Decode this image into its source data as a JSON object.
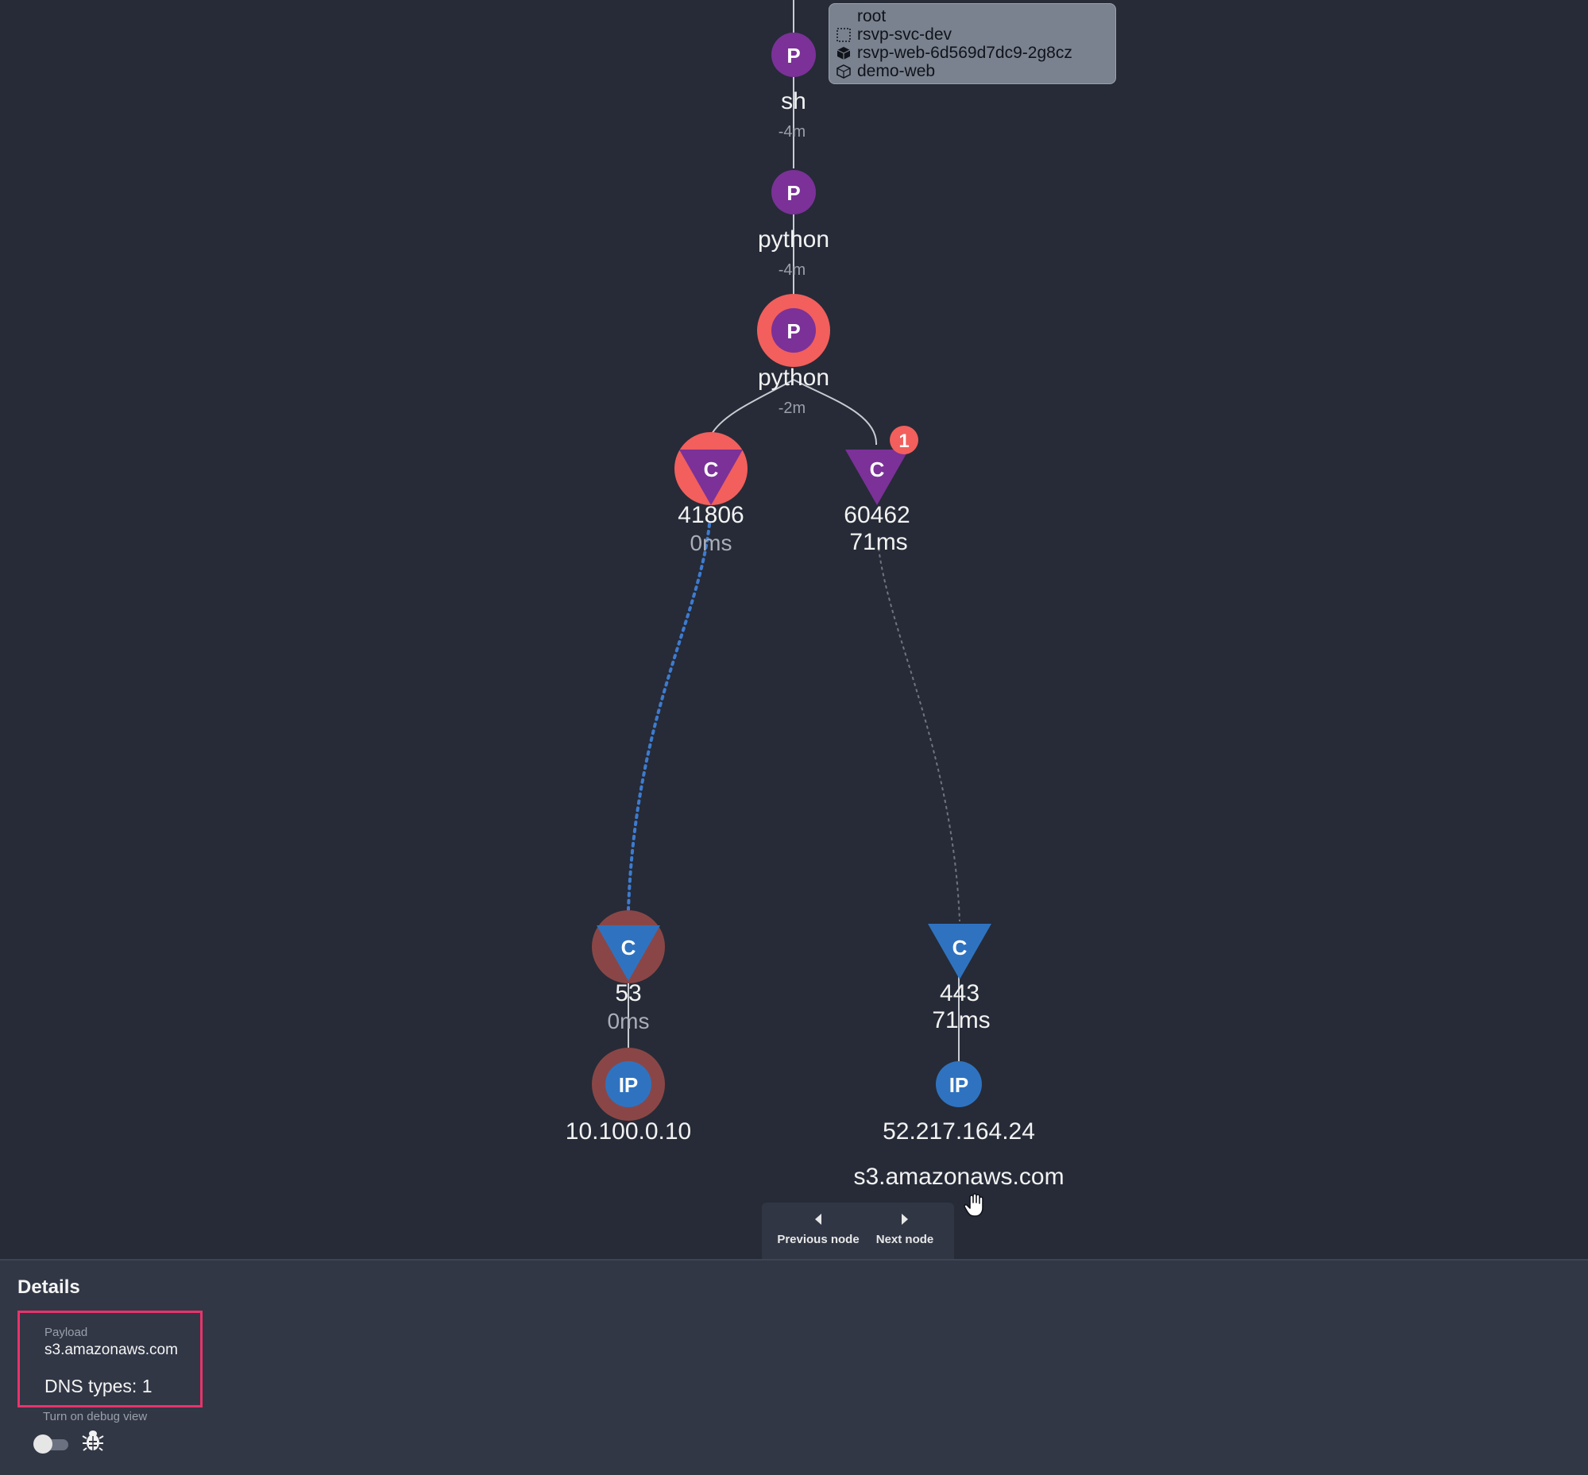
{
  "context_tooltip": {
    "rows": [
      {
        "icon": "user-icon",
        "text": "root"
      },
      {
        "icon": "namespace-icon",
        "text": "rsvp-svc-dev"
      },
      {
        "icon": "pod-icon",
        "text": "rsvp-web-6d569d7dc9-2g8cz"
      },
      {
        "icon": "container-icon",
        "text": "demo-web"
      }
    ]
  },
  "nodes": {
    "sh": {
      "badge": "P",
      "label": "sh",
      "time": "-4m"
    },
    "python1": {
      "badge": "P",
      "label": "python",
      "time": "-4m"
    },
    "python2": {
      "badge": "P",
      "label": "python",
      "time": "-2m"
    },
    "conn_41806": {
      "badge": "C",
      "port": "41806",
      "latency": "0ms"
    },
    "conn_60462": {
      "badge": "C",
      "port": "60462",
      "latency": "71ms",
      "alert_count": "1"
    },
    "conn_53": {
      "badge": "C",
      "port": "53",
      "latency": "0ms"
    },
    "conn_443": {
      "badge": "C",
      "port": "443",
      "latency": "71ms"
    },
    "ip_1": {
      "badge": "IP",
      "address": "10.100.0.10"
    },
    "ip_2": {
      "badge": "IP",
      "address": "52.217.164.24",
      "hostname": "s3.amazonaws.com"
    }
  },
  "colors": {
    "background": "#262b37",
    "process": "#7b3198",
    "connection_source": "#7b3198",
    "connection_dest": "#2f73c0",
    "ip": "#2f73c0",
    "highlight": "#f25f5c",
    "dest_highlight": "#8a4646",
    "edge": "#c8ccd2",
    "dotted_active": "#3d7bd0",
    "dotted_inactive": "#6f7580",
    "alert": "#f25f5c",
    "payload_border": "#e8336b"
  },
  "nav": {
    "previous": "Previous node",
    "next": "Next node"
  },
  "details": {
    "title": "Details",
    "payload_label": "Payload",
    "payload_value": "s3.amazonaws.com",
    "dns_types_label": "DNS types:",
    "dns_types_value": "1",
    "debug_label": "Turn on debug view",
    "debug_enabled": false
  }
}
